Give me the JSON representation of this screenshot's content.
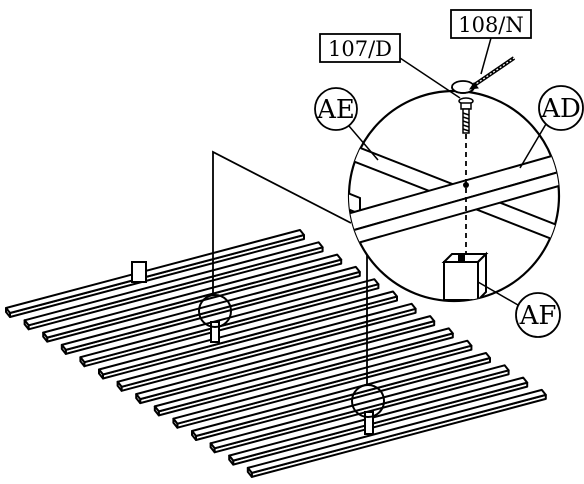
{
  "labels": {
    "part_107": "107/D",
    "part_108": "108/N",
    "part_ae": "AE",
    "part_ad": "AD",
    "part_af": "AF"
  },
  "colors": {
    "line": "#000000",
    "background": "#ffffff"
  }
}
